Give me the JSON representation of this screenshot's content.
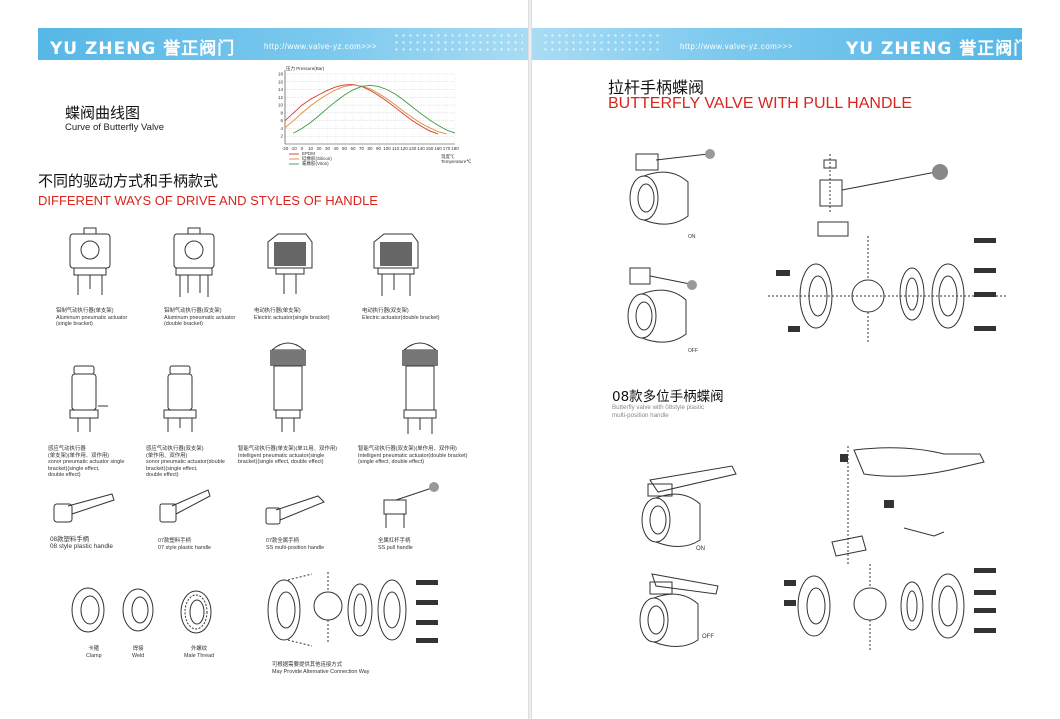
{
  "header": {
    "brand_left": "YU ZHENG 誉正阀门",
    "url_left": "http://www.valve-yz.com>>>",
    "brand_right": "YU ZHENG 誉正阀门",
    "url_right": "http://www.valve-yz.com>>>"
  },
  "left": {
    "curve_title_cn": "蝶阀曲线图",
    "curve_title_en": "Curve of Butterfly Valve",
    "drive_title_cn": "不同的驱动方式和手柄款式",
    "drive_title_en": "DIFFERENT WAYS OF DRIVE AND STYLES OF HANDLE",
    "actuators_row1": [
      "铝制气动执行器(单支架)\nAluminum pneumatic actuator\n(single bracket)",
      "铝制气动执行器(双支架)\nAluminum pneumatic actuator\n(double bracket)",
      "电动执行器(单支架)\nElectric actuator(single bracket)",
      "电动执行器(双支架)\nElectric actuator(double bracket)"
    ],
    "actuators_row2": [
      "感应气动执行器\n(单支架)(单作用、双作用)\nsonor pneumatic actuator single\nbracket)(single effect,\ndouble effect)",
      "感应气动执行器(双支架)\n(单作用、双作用)\nsonor pneumatic actuator(double\nbracket)(single effect,\ndouble effect)",
      "智能气动执行器(单支架)(单11用、双作用)\nIntelligent pneumatic actuator(single\nbracket)(single effect, double effect)",
      "智能气动执行器(双支架)(单作用、双作用)\nIntelligent pneumatic actuator(double bracket)\n(single effect, double effect)"
    ],
    "handles": [
      "08款塑料手柄\n08 style plastic handle",
      "07款塑料手柄\n07 style plastic handle",
      "07款全属手柄\nSS multi-position handle",
      "全属杠杆手柄\nSS pull handle"
    ],
    "connections": [
      "卡箍\nClamp",
      "焊接\nWeld",
      "外螺纹\nMale Thread"
    ],
    "connection_note": "可根据需要提供其他连接方式\nMay Provide Alternative Connection Way"
  },
  "right": {
    "pull_title_cn": "拉杆手柄蝶阀",
    "pull_title_en": "BUTTERFLY VALVE WITH PULL HANDLE",
    "on_label": "ON",
    "off_label": "OFF",
    "multi_title_cn": "08款多位手柄蝶阀",
    "multi_subtitle": "Butterfly valve with 08style plastic\nmulti-position handle",
    "on_label_2": "ON",
    "off_label_2": "OFF"
  },
  "chart_data": {
    "type": "line",
    "ylabel": "压力 Pressure(Bar)",
    "xlabel": "温度℃\nTemperature℃",
    "x": [
      -20,
      -10,
      0,
      10,
      20,
      30,
      40,
      50,
      60,
      70,
      80,
      90,
      100,
      110,
      120,
      130,
      140,
      150,
      160,
      170,
      180
    ],
    "xticks": [
      "-20",
      "-10",
      "0",
      "10",
      "20",
      "30",
      "40",
      "50",
      "60",
      "70",
      "80",
      "90",
      "100",
      "110",
      "120",
      "130",
      "140",
      "150",
      "160",
      "170",
      "180"
    ],
    "yticks": [
      "2",
      "4",
      "6",
      "8",
      "10",
      "12",
      "14",
      "16",
      "18"
    ],
    "ylim": [
      0,
      18
    ],
    "xlim": [
      -20,
      180
    ],
    "series": [
      {
        "name": "EPDM",
        "color": "#d23c2c",
        "values": [
          6,
          8,
          10,
          11.5,
          12.7,
          13.8,
          14.7,
          15.2,
          15.3,
          14.8,
          13.8,
          12.5,
          11,
          9.3,
          7.6,
          6,
          4.6,
          3.4,
          2.6,
          null,
          null
        ]
      },
      {
        "name": "硅橡胶(Silicon)",
        "color": "#e08a3c",
        "values": [
          4.2,
          6,
          8,
          9.8,
          11.4,
          12.8,
          14,
          14.8,
          15.2,
          14.9,
          14.2,
          13,
          11.6,
          10,
          8.3,
          6.8,
          5.3,
          4.2,
          3.2,
          2.6,
          null
        ]
      },
      {
        "name": "氟橡胶(Viton)",
        "color": "#3a9a4a",
        "values": [
          null,
          2.8,
          4,
          5.5,
          7.3,
          9.2,
          11,
          12.6,
          13.9,
          14.8,
          15.1,
          14.8,
          14,
          12.8,
          11.2,
          9.5,
          7.8,
          6.2,
          4.8,
          3.6,
          2.8
        ]
      }
    ],
    "grid": true
  }
}
